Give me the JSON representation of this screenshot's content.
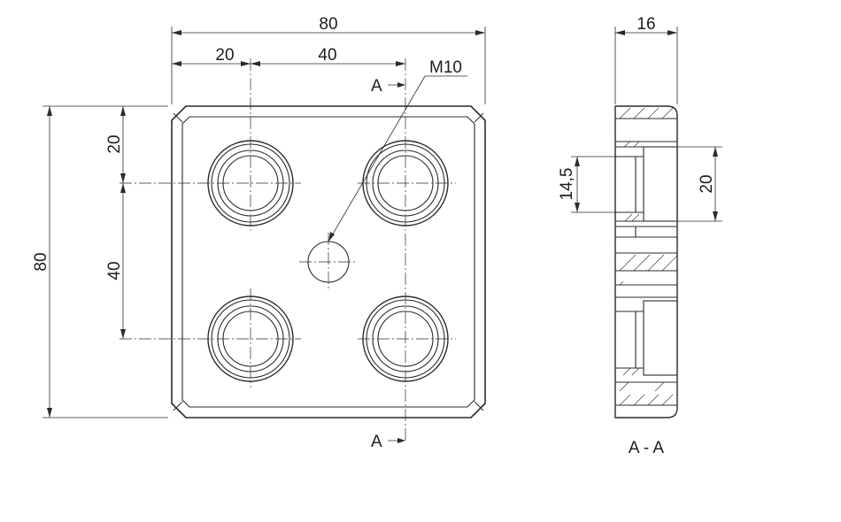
{
  "front_view": {
    "dim_overall_width": "80",
    "dim_offset_x": "20",
    "dim_pitch_x": "40",
    "dim_overall_height": "80",
    "dim_offset_y": "20",
    "dim_pitch_y": "40",
    "thread_callout": "M10",
    "section_mark_top": "A",
    "section_mark_bottom": "A"
  },
  "section_view": {
    "dim_thickness": "16",
    "dim_bore": "14,5",
    "dim_pocket": "20",
    "caption": "A - A"
  }
}
